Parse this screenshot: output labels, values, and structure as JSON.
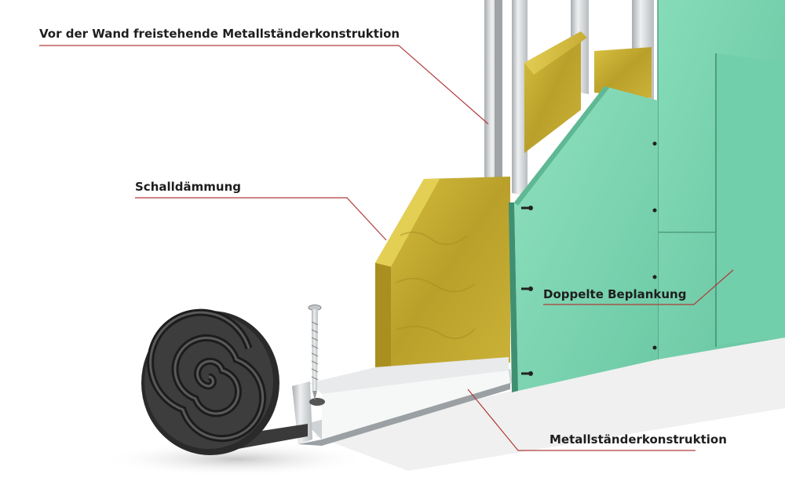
{
  "labels": {
    "free_standing_frame": "Vor der Wand freistehende Metallständerkonstruktion",
    "insulation": "Schalldämmung",
    "double_planking": "Doppelte Beplankung",
    "metal_frame": "Metallständerkonstruktion"
  },
  "colors": {
    "gypsum_board": "#7fd9b5",
    "insulation": "#c9ae33",
    "metal": "#d9dcdd",
    "callout_line": "#b23a3a",
    "rubber_roll": "#2b2b2b"
  }
}
